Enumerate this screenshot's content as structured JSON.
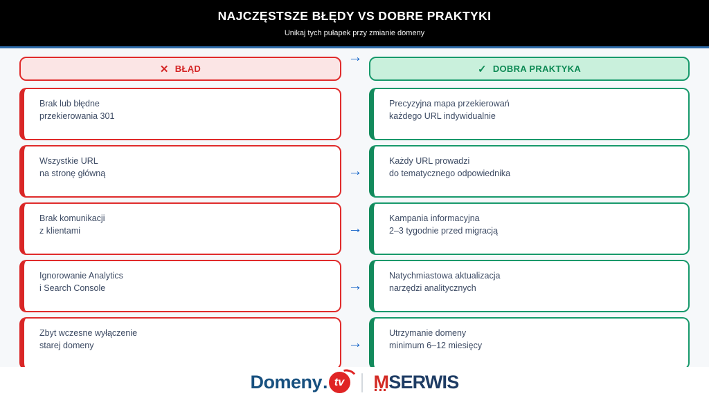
{
  "header": {
    "title": "NAJCZĘSTSZE BŁĘDY VS DOBRE PRAKTYKI",
    "subtitle": "Unikaj tych pułapek przy zmianie domeny"
  },
  "columns": {
    "bad": {
      "icon": "✕",
      "label": "BŁĄD"
    },
    "good": {
      "icon": "✓",
      "label": "DOBRA PRAKTYKA"
    }
  },
  "rows": [
    {
      "bad": "Brak lub błędne\nprzekierowania 301",
      "good": "Precyzyjna mapa przekierowań\nkażdego URL indywidualnie"
    },
    {
      "bad": "Wszystkie URL\nna stronę główną",
      "good": "Każdy URL prowadzi\ndo tematycznego odpowiednika"
    },
    {
      "bad": "Brak komunikacji\nz klientami",
      "good": "Kampania informacyjna\n2–3 tygodnie przed migracją"
    },
    {
      "bad": "Ignorowanie Analytics\ni Search Console",
      "good": "Natychmiastowa aktualizacja\nnarzędzi analitycznych"
    },
    {
      "bad": "Zbyt wczesne wyłączenie\nstarej domeny",
      "good": "Utrzymanie domeny\nminimum 6–12 miesięcy"
    }
  ],
  "glyphs": {
    "arrow": "→"
  },
  "footer": {
    "domeny": {
      "name": "Domeny",
      "dot": ".",
      "tld": "tv"
    },
    "mserwis": {
      "m": "M",
      "rest": "SERWIS"
    }
  },
  "colors": {
    "error_accent": "#e02b2b",
    "error_bar": "#d92626",
    "error_bg": "#fbe5e5",
    "error_text": "#d42525",
    "good_accent": "#17996b",
    "good_bar": "#128a5c",
    "good_bg": "#c9f0dc",
    "good_text": "#0e8a55",
    "arrow_blue": "#1565c8",
    "header_rule_blue": "#2e6cab",
    "card_text": "#3c4a63",
    "page_bg": "#f6f8fa",
    "domeny_blue": "#17507f",
    "logo_red": "#e02424",
    "mserwis_red": "#d32b25",
    "mserwis_navy": "#1e3c64"
  }
}
